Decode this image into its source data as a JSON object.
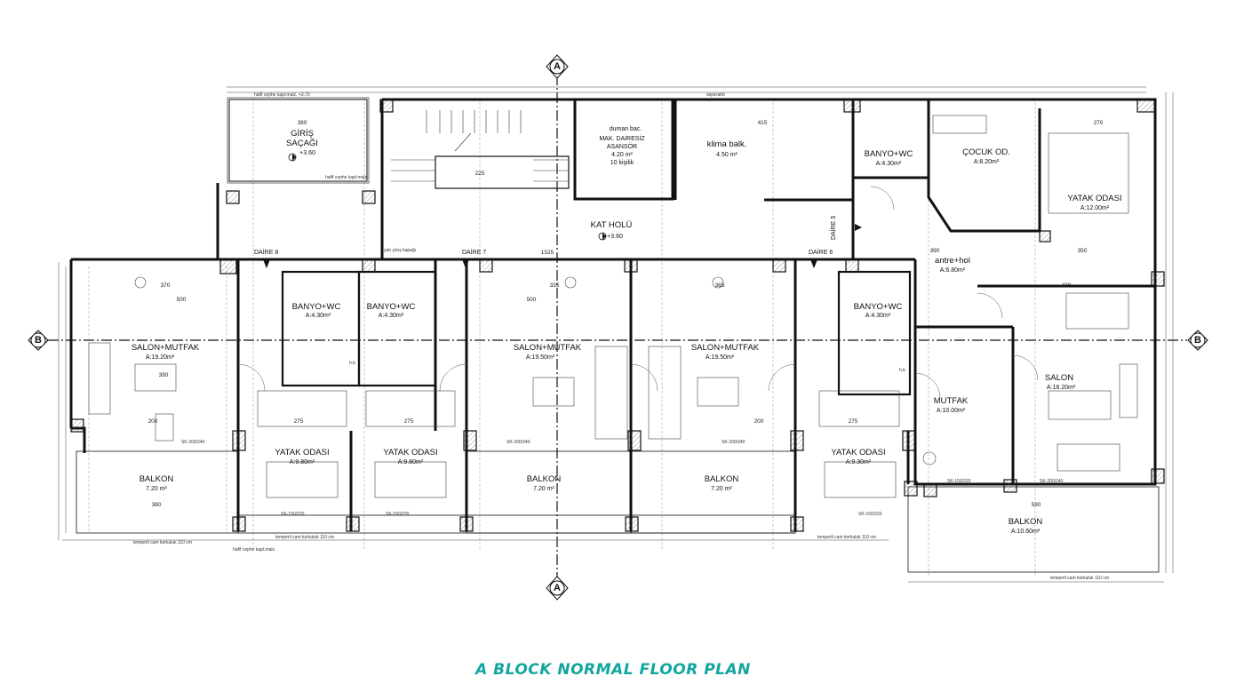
{
  "caption": "A BLOCK NORMAL FLOOR PLAN",
  "axes": {
    "vertical": "A",
    "horizontal": "B"
  },
  "colors": {
    "caption": "#12a6a0",
    "wall": "#111111",
    "line": "#333333"
  },
  "labels": {
    "giris": "GİRİŞ",
    "giris2": "SAÇAĞI",
    "giris_lvl": "+3.60",
    "level_top": "+3.70",
    "elevator": "MAK. DAİRESİZ",
    "elevator2": "ASANSÖR",
    "elevator_area": "4.20 m²",
    "elevator_cap": "10 kişilik",
    "duman": "duman bac.",
    "klima": "klima balk.",
    "klima_area": "4.50 m²",
    "kat_holu": "KAT HOLÜ",
    "kat_holu_lvl": "+3.60",
    "seperator": "seperatör",
    "cati": "çatı çıkış kapağı",
    "daire8": "DAİRE 8",
    "daire7": "DAİRE 7",
    "daire6": "DAİRE 6",
    "daire5": "DAİRE 5",
    "b1": "BANYO+WC",
    "b1_area": "A:4.30m²",
    "b2": "BANYO+WC",
    "b2_area": "A:4.30m²",
    "b3": "BANYO+WC",
    "b3_area": "A:4.30m²",
    "b4": "BANYO+WC",
    "b4_area": "A:4.30m²",
    "cocuk": "ÇOCUK OD.",
    "cocuk_area": "A:8.20m²",
    "yatak_r": "YATAK ODASI",
    "yatak_r_area": "A:12.00m²",
    "antre": "antre+hol",
    "antre_area": "A:6.80m²",
    "s1": "SALON+MUTFAK",
    "s1_area": "A:19.20m²",
    "s2": "SALON+MUTFAK",
    "s2_area": "A:19.50m²",
    "s3": "SALON+MUTFAK",
    "s3_area": "A:19.50m²",
    "y1": "YATAK ODASI",
    "y1_area": "A:9.80m²",
    "y2": "YATAK ODASI",
    "y2_area": "A:9.80m²",
    "y3": "YATAK ODASI",
    "y3_area": "A:9.30m²",
    "mutfak": "MUTFAK",
    "mutfak_area": "A:10.00m²",
    "salon": "SALON",
    "salon_area": "A:18.20m²",
    "bal1": "BALKON",
    "bal1_area": "7.20 m²",
    "bal2": "BALKON",
    "bal2_area": "7.20 m²",
    "bal3": "BALKON",
    "bal3_area": "7.20 m²",
    "bal4": "BALKON",
    "bal4_area": "A:10.60m²",
    "hb": "h.b",
    "korkuluk": "temperli cam korkuluk 110 cm",
    "hafif": "hafif cephe kapl.malz.",
    "sk200": "SK-200/240",
    "sk150": "SK-150/220",
    "d_1525": "1525",
    "d_415": "415",
    "d_380": "380",
    "d_225": "225",
    "d_370": "370",
    "d_500": "500",
    "d_335": "335",
    "d_365": "365",
    "d_430": "430",
    "d_350": "350",
    "d_390": "390",
    "d_275": "275",
    "d_200": "200",
    "d_590": "590",
    "d_270": "270"
  }
}
